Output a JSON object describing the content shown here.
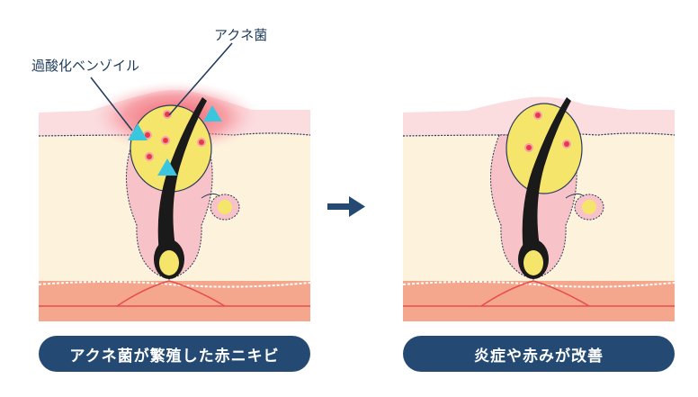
{
  "labels": {
    "acne_bacteria": "アクネ菌",
    "benzoyl_peroxide": "過酸化ベンゾイル"
  },
  "captions": {
    "before": "アクネ菌が繁殖した赤ニキビ",
    "after": "炎症や赤みが改善"
  },
  "colors": {
    "skin_surface": "#fbe3e3",
    "dermis": "#fdf2dc",
    "fat_layer": "#f4a78d",
    "inflammation": "#f04e5a",
    "sebum": "#f6e56b",
    "hair": "#1a1a1a",
    "triangle": "#3bc6e0",
    "caption_bg": "#244a73",
    "arrow": "#244a73",
    "text": "#1f3b5c"
  },
  "icons": {
    "arrow": "right-arrow-icon",
    "particle": "triangle-icon"
  }
}
